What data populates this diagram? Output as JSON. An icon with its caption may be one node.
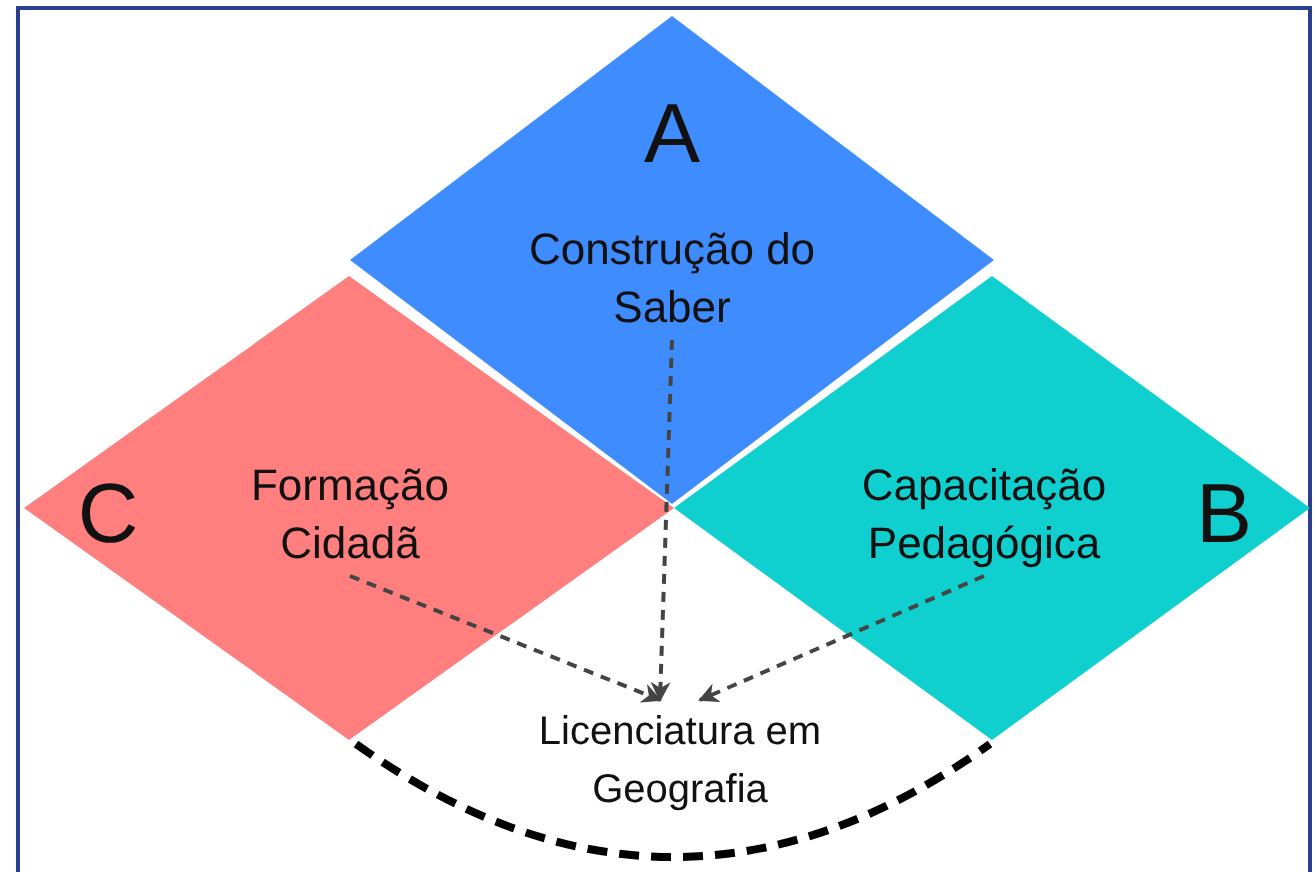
{
  "diagram": {
    "nodes": [
      {
        "text": [
          "A"
        ]
      },
      {
        "text": [
          "Construção do Saber"
        ],
        "in": 0
      },
      {
        "text": [
          "C"
        ]
      },
      {
        "text": [
          "Formação Cidadã"
        ],
        "in": 2
      },
      {
        "text": [
          "B"
        ]
      },
      {
        "text": [
          "Capacitação Pedagógica"
        ],
        "in": 4
      },
      {
        "text": [
          "Licenciatura em Geografia"
        ]
      }
    ],
    "edges": [
      {
        "from": 1,
        "to": 6,
        "arrow": "to",
        "style": "dashed"
      },
      {
        "from": 3,
        "to": 6,
        "arrow": "to",
        "style": "dashed"
      },
      {
        "from": 5,
        "to": 6,
        "arrow": "to",
        "style": "dashed"
      }
    ]
  }
}
